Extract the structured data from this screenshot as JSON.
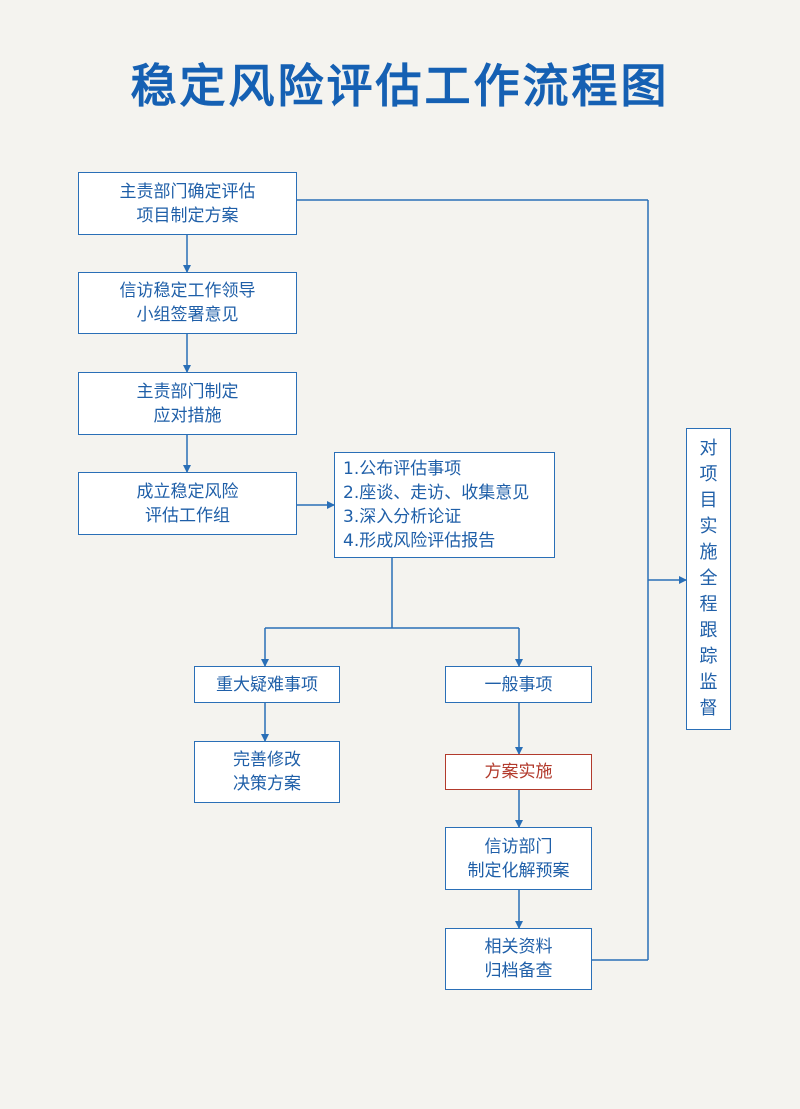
{
  "title": "稳定风险评估工作流程图",
  "colors": {
    "primary": "#1f5fa8",
    "highlight": "#b23a2c",
    "background": "#f4f3ef"
  },
  "steps": {
    "s1": [
      "主责部门确定评估",
      "项目制定方案"
    ],
    "s2": [
      "信访稳定工作领导",
      "小组签署意见"
    ],
    "s3": [
      "主责部门制定",
      "应对措施"
    ],
    "s4": [
      "成立稳定风险",
      "评估工作组"
    ],
    "tasks": [
      "1.公布评估事项",
      "2.座谈、走访、收集意见",
      "3.深入分析论证",
      "4.形成风险评估报告"
    ],
    "major": "重大疑难事项",
    "general": "一般事项",
    "revise": [
      "完善修改",
      "决策方案"
    ],
    "implement": "方案实施",
    "plan": [
      "信访部门",
      "制定化解预案"
    ],
    "archive": [
      "相关资料",
      "归档备查"
    ],
    "monitor": [
      "对",
      "项",
      "目",
      "实",
      "施",
      "全",
      "程",
      "跟",
      "踪",
      "监",
      "督"
    ]
  }
}
